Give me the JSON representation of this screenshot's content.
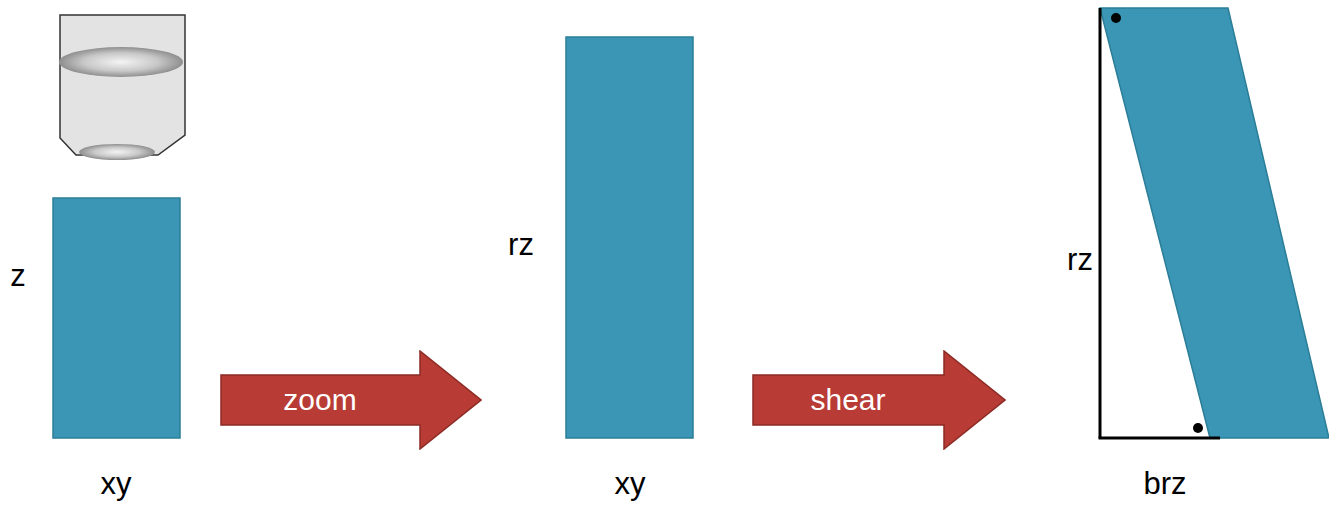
{
  "diagram": {
    "nodes": [
      {
        "text": [
          "zoom"
        ]
      },
      {
        "text": [
          "shear"
        ]
      }
    ],
    "labels": [
      "z",
      "xy",
      "rz",
      "xy",
      "rz",
      "brz"
    ]
  }
}
